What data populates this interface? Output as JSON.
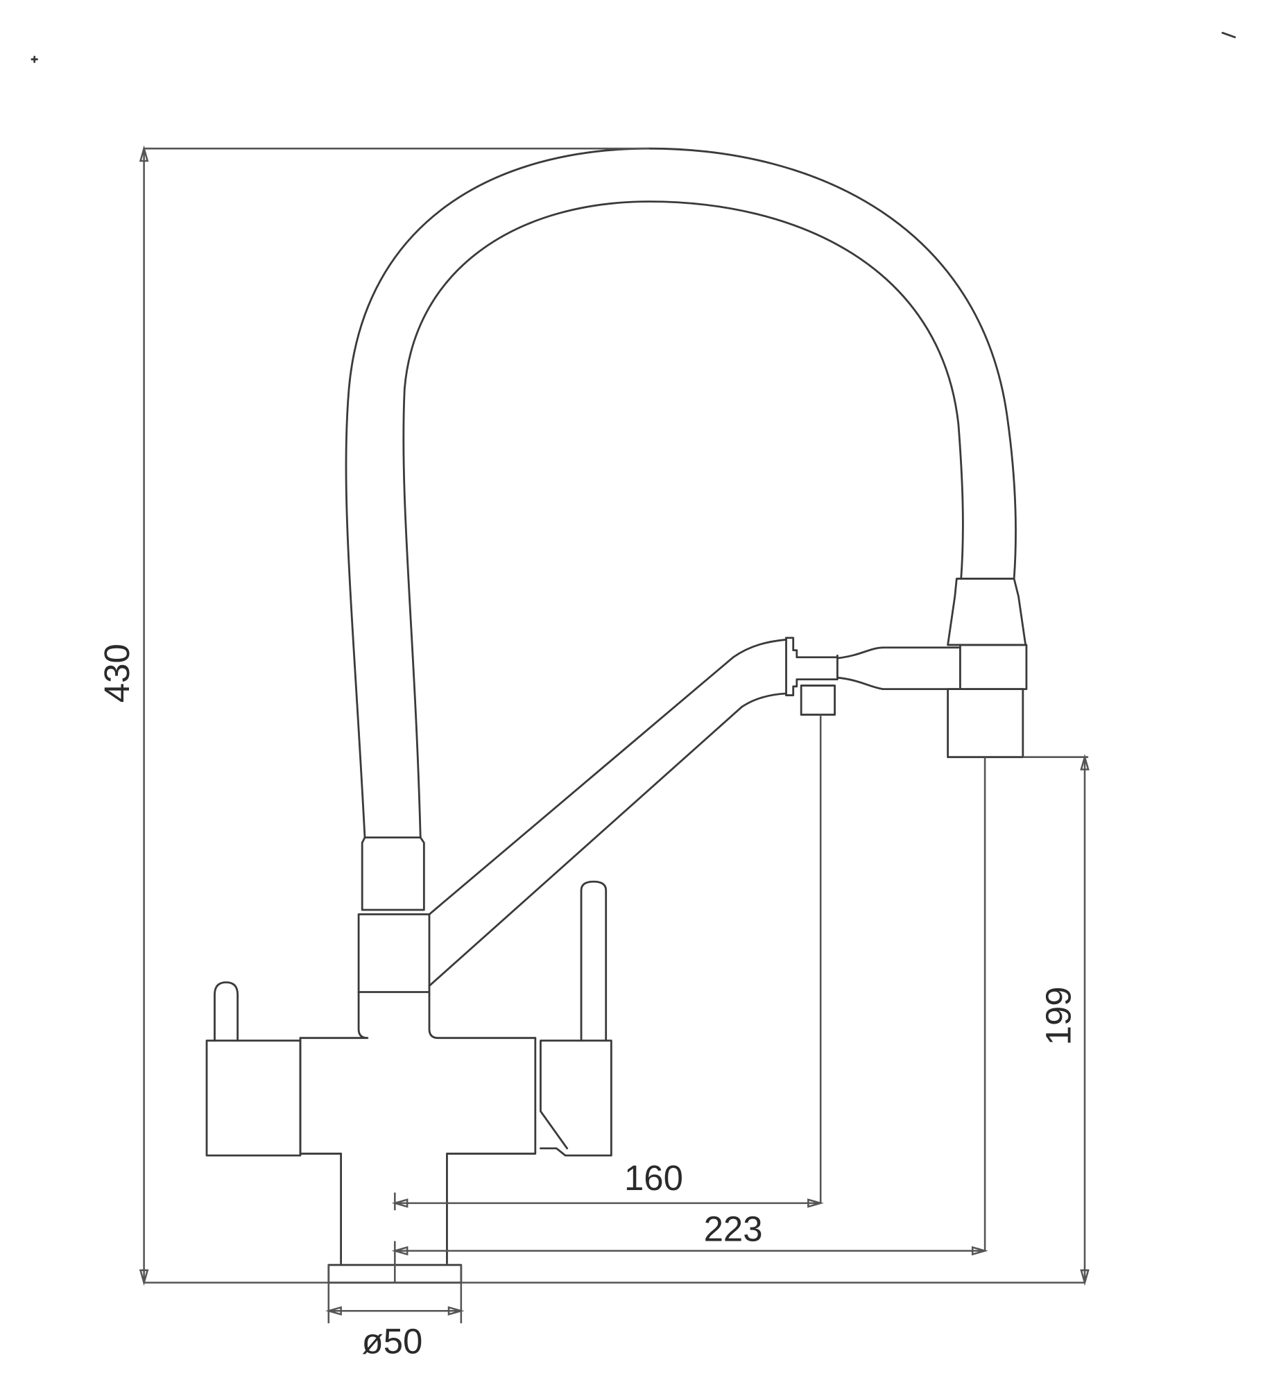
{
  "drawing": {
    "subject": "Kitchen faucet with pull-down spout and twin side levers",
    "units": "mm",
    "line_color": "#3a3a3a",
    "background": "#ffffff"
  },
  "dimensions": {
    "total_height": "430",
    "spout_outlet_height": "199",
    "reach_to_filter_outlet": "160",
    "reach_to_spout": "223",
    "base_diameter": "ø50"
  }
}
